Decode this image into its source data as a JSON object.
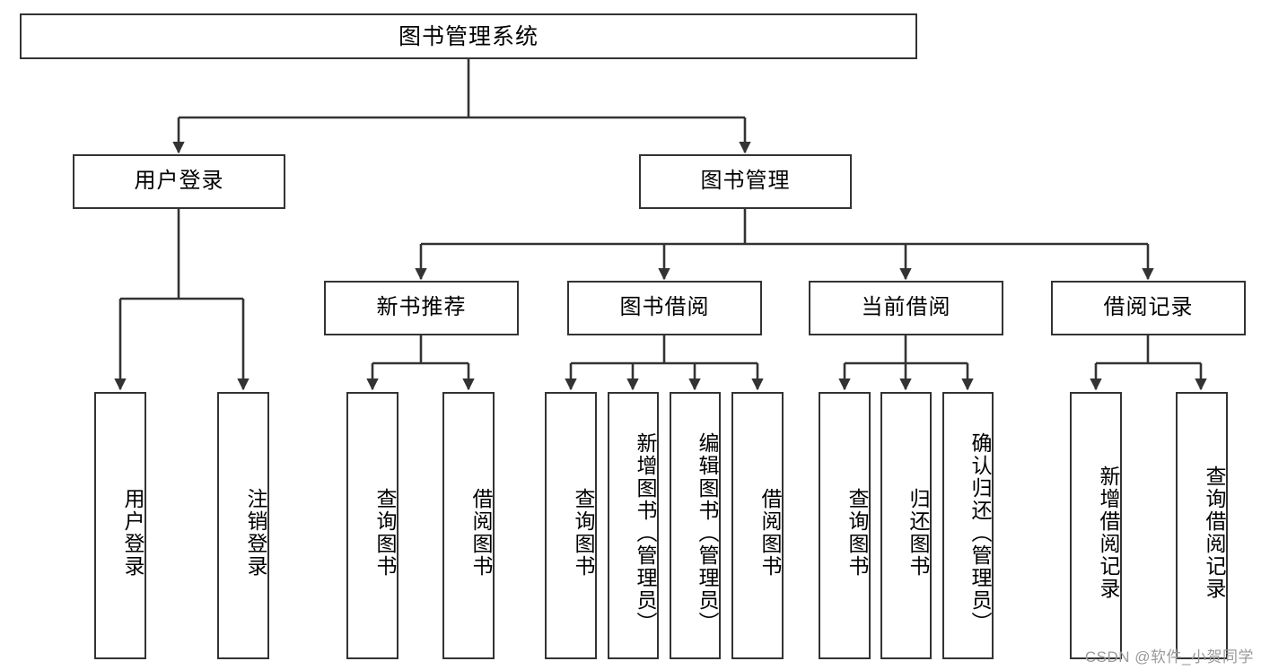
{
  "diagram": {
    "type": "tree-hierarchy",
    "title": "图书管理系统",
    "watermark": "CSDN @软件_小贺同学",
    "colors": {
      "node_border": "#333333",
      "node_fill": "#ffffff",
      "edge": "#333333",
      "text": "#000000",
      "watermark": "#9a9a9a"
    },
    "root": {
      "id": "root",
      "label": "图书管理系统"
    },
    "level2": [
      {
        "id": "user-login",
        "label": "用户登录"
      },
      {
        "id": "book-manage",
        "label": "图书管理"
      }
    ],
    "level3": [
      {
        "id": "new-book-rec",
        "label": "新书推荐",
        "parent": "book-manage"
      },
      {
        "id": "book-borrow",
        "label": "图书借阅",
        "parent": "book-manage"
      },
      {
        "id": "current-borrow",
        "label": "当前借阅",
        "parent": "book-manage"
      },
      {
        "id": "borrow-record",
        "label": "借阅记录",
        "parent": "book-manage"
      }
    ],
    "leaves": [
      {
        "id": "leaf-user-login",
        "label": "用户登录",
        "parent": "user-login"
      },
      {
        "id": "leaf-user-logout",
        "label": "注销登录",
        "parent": "user-login"
      },
      {
        "id": "leaf-rec-query",
        "label": "查询图书",
        "parent": "new-book-rec"
      },
      {
        "id": "leaf-rec-borrow",
        "label": "借阅图书",
        "parent": "new-book-rec"
      },
      {
        "id": "leaf-borrow-query",
        "label": "查询图书",
        "parent": "book-borrow"
      },
      {
        "id": "leaf-borrow-add",
        "label": "新增图书（管理员）",
        "parent": "book-borrow"
      },
      {
        "id": "leaf-borrow-edit",
        "label": "编辑图书（管理员）",
        "parent": "book-borrow"
      },
      {
        "id": "leaf-borrow-lend",
        "label": "借阅图书",
        "parent": "book-borrow"
      },
      {
        "id": "leaf-cur-query",
        "label": "查询图书",
        "parent": "current-borrow"
      },
      {
        "id": "leaf-cur-return",
        "label": "归还图书",
        "parent": "current-borrow"
      },
      {
        "id": "leaf-cur-confirm",
        "label": "确认归还（管理员）",
        "parent": "current-borrow"
      },
      {
        "id": "leaf-rec-add",
        "label": "新增借阅记录",
        "parent": "borrow-record"
      },
      {
        "id": "leaf-rec-search",
        "label": "查询借阅记录",
        "parent": "borrow-record"
      }
    ]
  }
}
